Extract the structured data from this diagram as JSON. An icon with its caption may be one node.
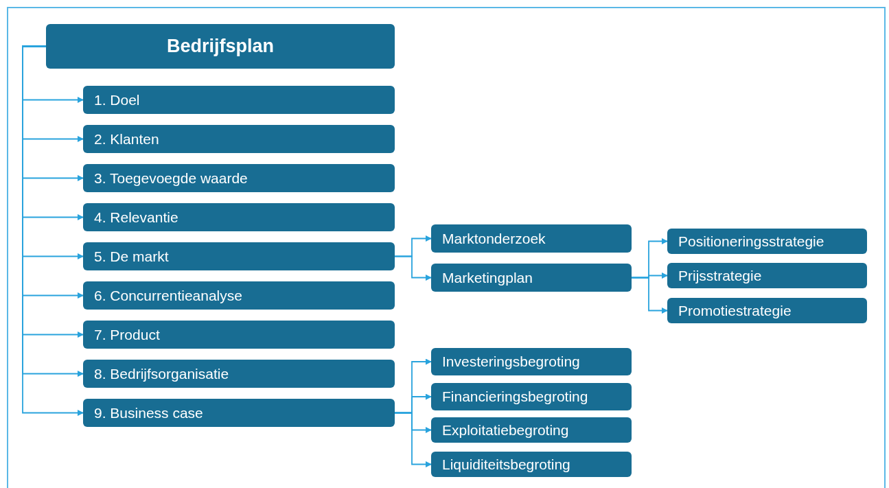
{
  "diagram": {
    "nodes": [
      {
        "text": [
          "Bedrijfsplan"
        ]
      },
      {
        "text": [
          "1. Doel"
        ]
      },
      {
        "text": [
          "2. Klanten"
        ]
      },
      {
        "text": [
          "3. Toegevoegde waarde"
        ]
      },
      {
        "text": [
          "4. Relevantie"
        ]
      },
      {
        "text": [
          "5. De markt"
        ]
      },
      {
        "text": [
          "6. Concurrentieanalyse"
        ]
      },
      {
        "text": [
          "7. Product"
        ]
      },
      {
        "text": [
          "8. Bedrijfsorganisatie"
        ]
      },
      {
        "text": [
          "9. Business case"
        ]
      },
      {
        "text": [
          "Marktonderzoek"
        ]
      },
      {
        "text": [
          "Marketingplan"
        ]
      },
      {
        "text": [
          "Positioneringsstrategie"
        ]
      },
      {
        "text": [
          "Prijsstrategie"
        ]
      },
      {
        "text": [
          "Promotiestrategie"
        ]
      },
      {
        "text": [
          "Investeringsbegroting"
        ]
      },
      {
        "text": [
          "Financieringsbegroting"
        ]
      },
      {
        "text": [
          "Exploitatiebegroting"
        ]
      },
      {
        "text": [
          "Liquiditeitsbegroting"
        ]
      }
    ],
    "edges": [
      {
        "from": 0,
        "to": 1,
        "arrow": "to"
      },
      {
        "from": 0,
        "to": 2,
        "arrow": "to"
      },
      {
        "from": 0,
        "to": 3,
        "arrow": "to"
      },
      {
        "from": 0,
        "to": 4,
        "arrow": "to"
      },
      {
        "from": 0,
        "to": 5,
        "arrow": "to"
      },
      {
        "from": 0,
        "to": 6,
        "arrow": "to"
      },
      {
        "from": 0,
        "to": 7,
        "arrow": "to"
      },
      {
        "from": 0,
        "to": 8,
        "arrow": "to"
      },
      {
        "from": 0,
        "to": 9,
        "arrow": "to"
      },
      {
        "from": 5,
        "to": 10,
        "arrow": "to"
      },
      {
        "from": 5,
        "to": 11,
        "arrow": "to"
      },
      {
        "from": 11,
        "to": 12,
        "arrow": "to"
      },
      {
        "from": 11,
        "to": 13,
        "arrow": "to"
      },
      {
        "from": 11,
        "to": 14,
        "arrow": "to"
      },
      {
        "from": 9,
        "to": 15,
        "arrow": "to"
      },
      {
        "from": 9,
        "to": 16,
        "arrow": "to"
      },
      {
        "from": 9,
        "to": 17,
        "arrow": "to"
      },
      {
        "from": 9,
        "to": 18,
        "arrow": "to"
      }
    ]
  }
}
